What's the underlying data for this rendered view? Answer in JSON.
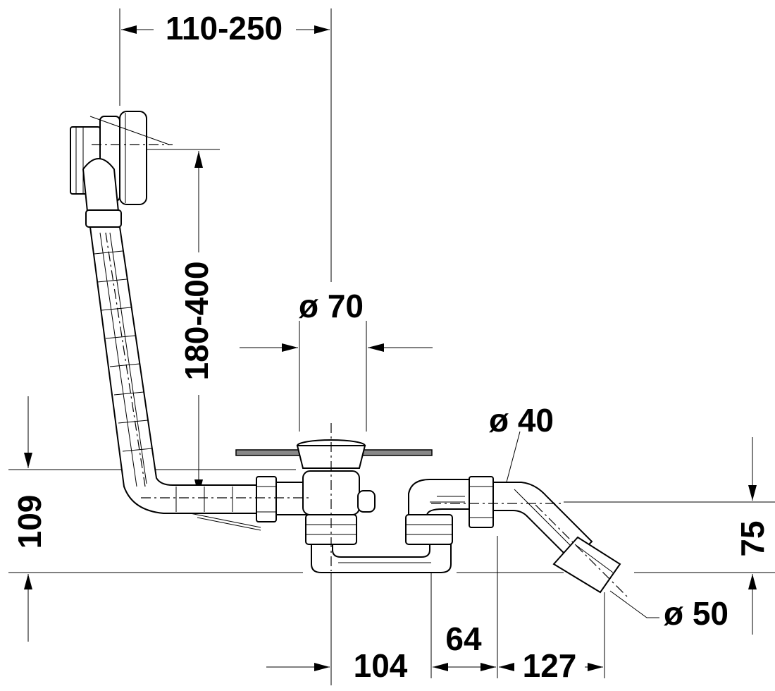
{
  "dimensions": {
    "overflow_offset": "110-250",
    "overflow_height": "180-400",
    "waste_diameter": "ø 70",
    "outlet_diameter": "ø 40",
    "trap_height": "109",
    "outlet_height": "75",
    "pipe_diameter": "ø 50",
    "dist_104": "104",
    "dist_64": "64",
    "dist_127": "127"
  }
}
